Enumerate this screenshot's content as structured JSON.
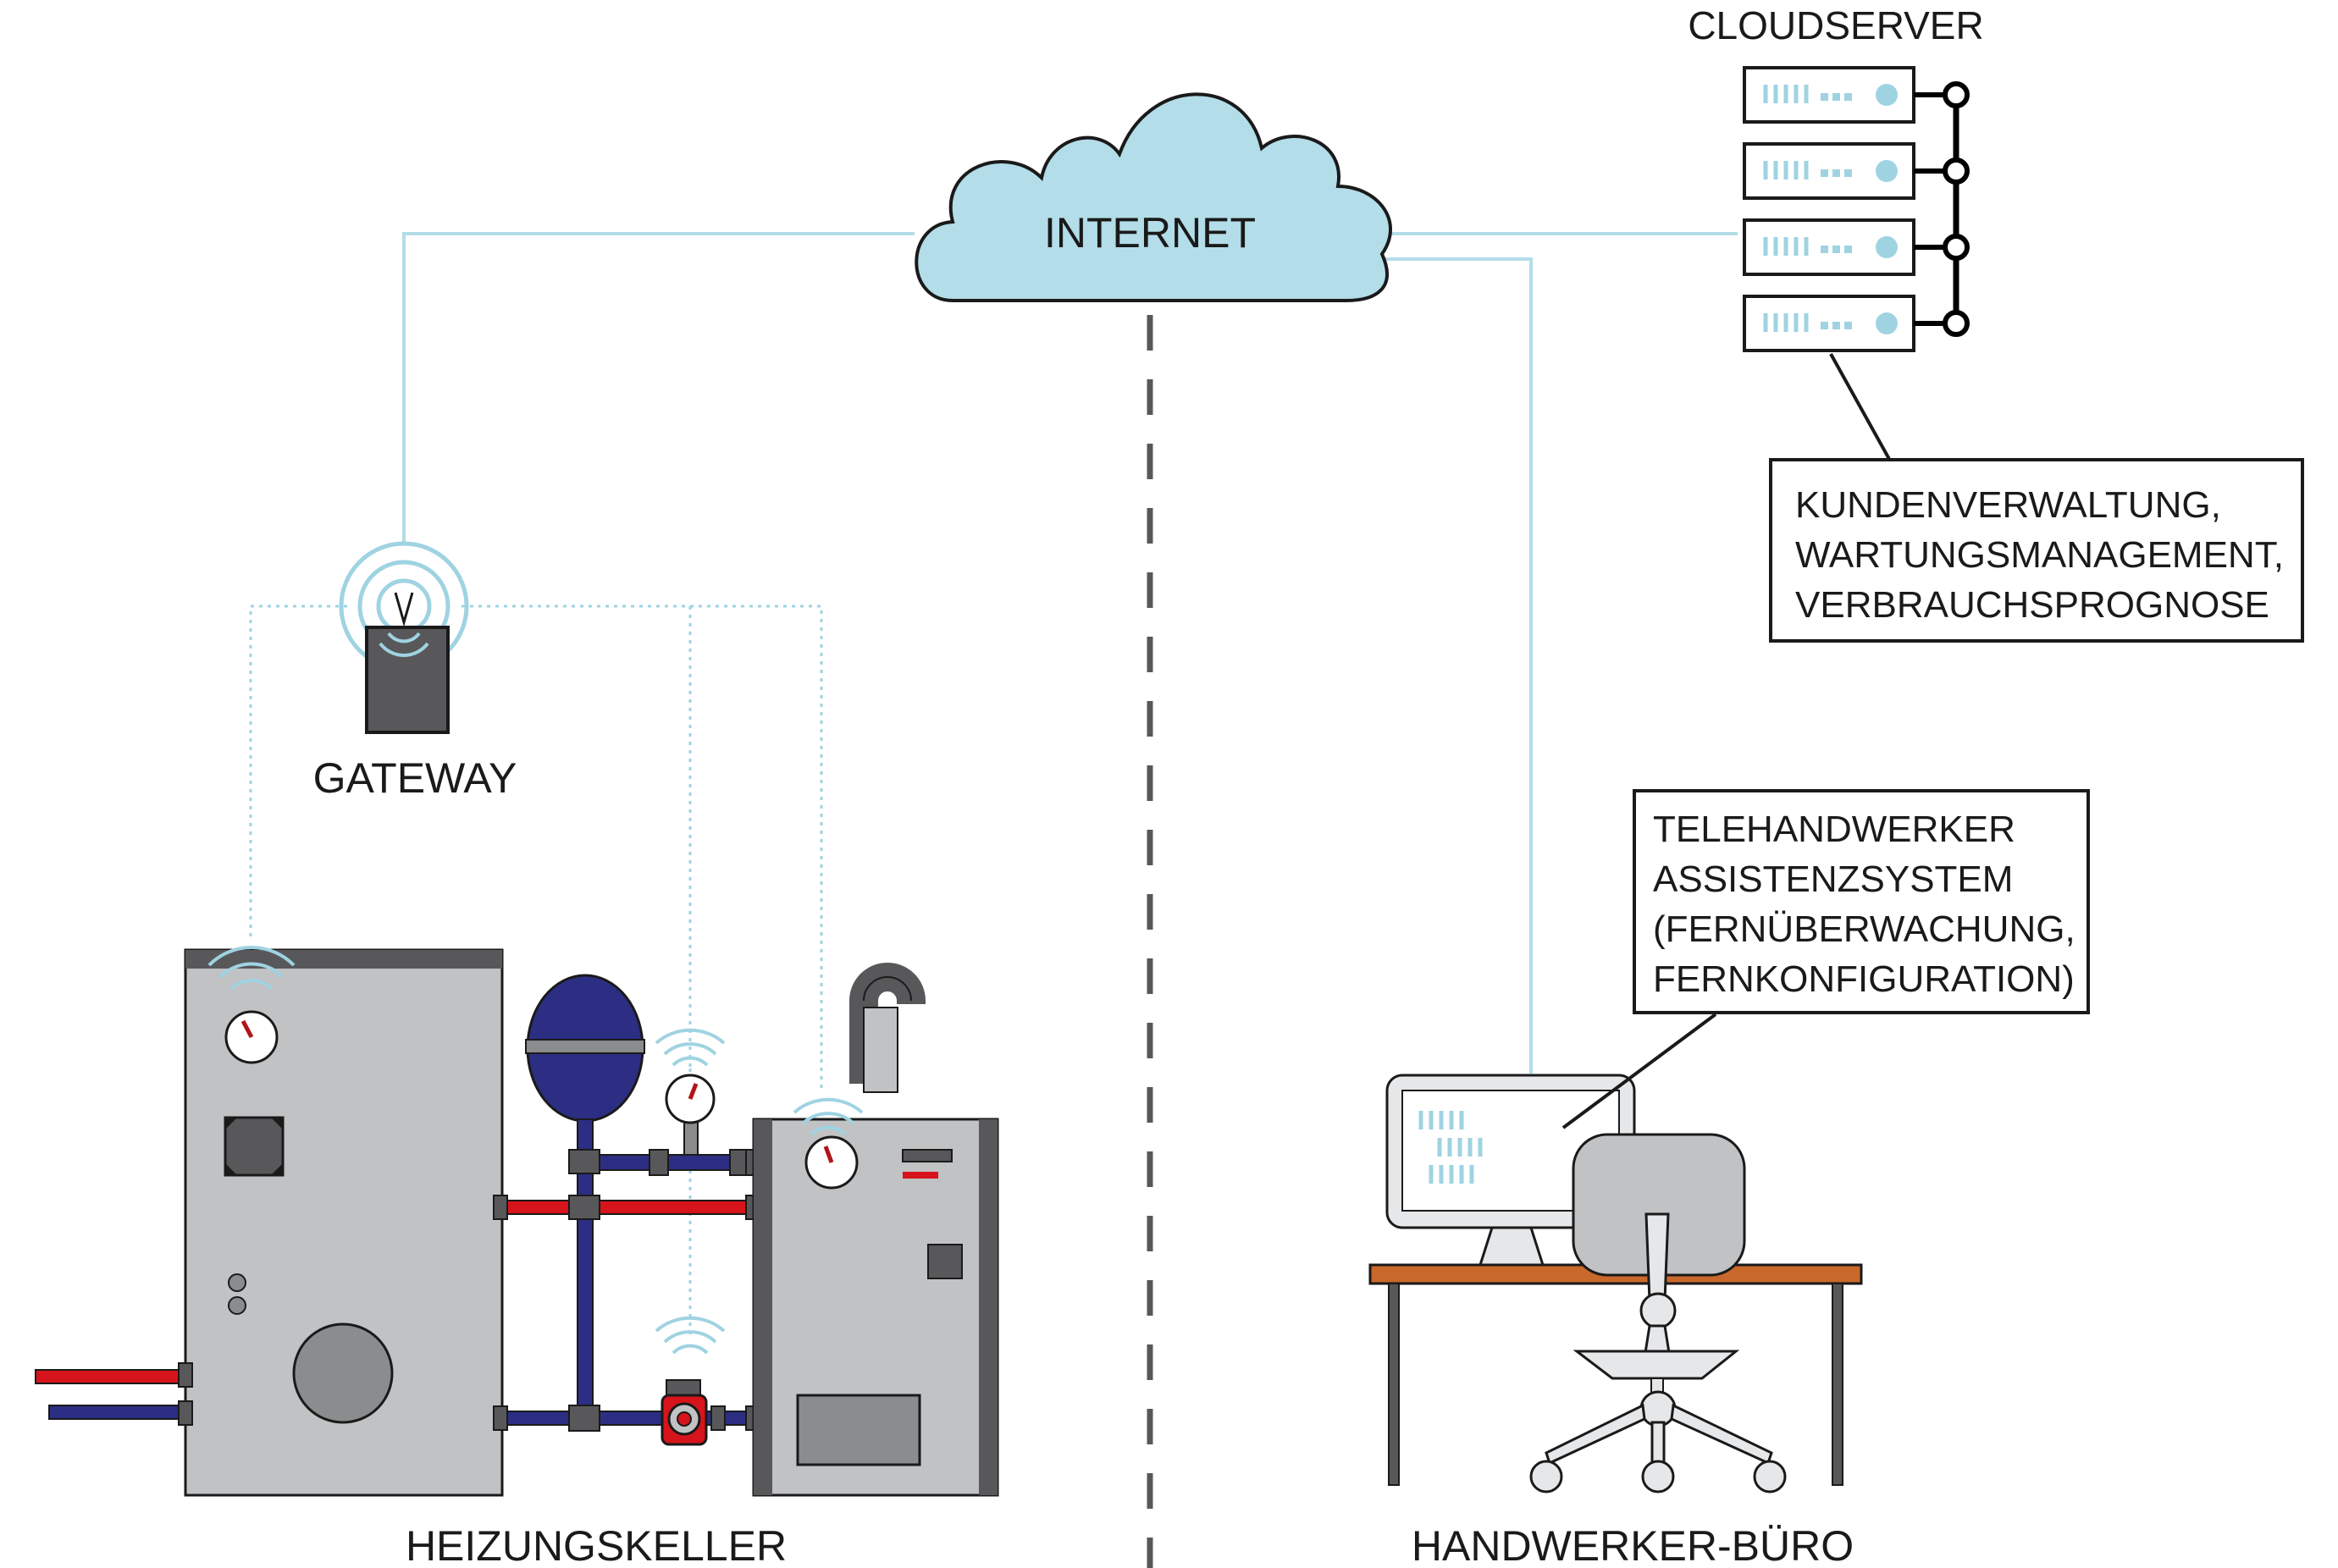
{
  "labels": {
    "internet": "INTERNET",
    "cloudserver": "CLOUDSERVER",
    "gateway": "GATEWAY",
    "heizungskeller": "HEIZUNGSKELLER",
    "handwerker_buero": "HANDWERKER-BÜRO"
  },
  "cloud_box": {
    "lines": [
      "KUNDENVERWALTUNG,",
      "WARTUNGSMANAGEMENT,",
      "VERBRAUCHSPROGNOSE"
    ]
  },
  "office_box": {
    "lines": [
      "TELEHANDWERKER",
      "ASSISTENZSYSTEM",
      "(FERNÜBERWACHUNG,",
      "FERNKONFIGURATION)"
    ]
  },
  "colors": {
    "connection": "#b3dde8",
    "cloud_fill": "#b3dde8",
    "hot_pipe": "#d7141b",
    "cold_pipe": "#2c2e83",
    "device_gray": "#c0c2c4",
    "dark_gray": "#58585a",
    "desk": "#c9682b",
    "pump_red": "#d7141b"
  }
}
